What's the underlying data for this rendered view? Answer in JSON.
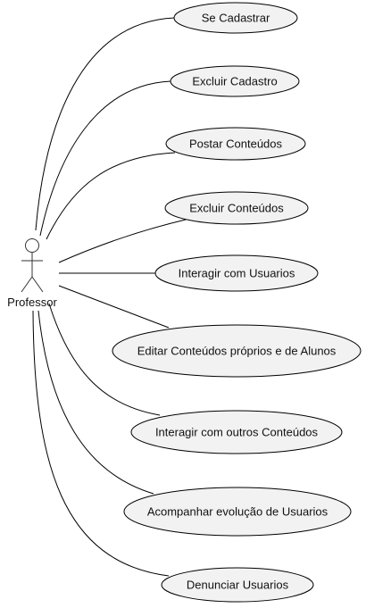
{
  "actor": {
    "label": "Professor"
  },
  "use_cases": [
    {
      "label": "Se Cadastrar"
    },
    {
      "label": "Excluir Cadastro"
    },
    {
      "label": "Postar Conteúdos"
    },
    {
      "label": "Excluir Conteúdos"
    },
    {
      "label": "Interagir com Usuarios"
    },
    {
      "label": "Editar Conteúdos próprios e de Alunos"
    },
    {
      "label": "Interagir com outros Conteúdos"
    },
    {
      "label": "Acompanhar evolução de Usuarios"
    },
    {
      "label": "Denunciar Usuarios"
    }
  ],
  "colors": {
    "usecase_fill": "#f2f2f2",
    "stroke": "#000000"
  }
}
